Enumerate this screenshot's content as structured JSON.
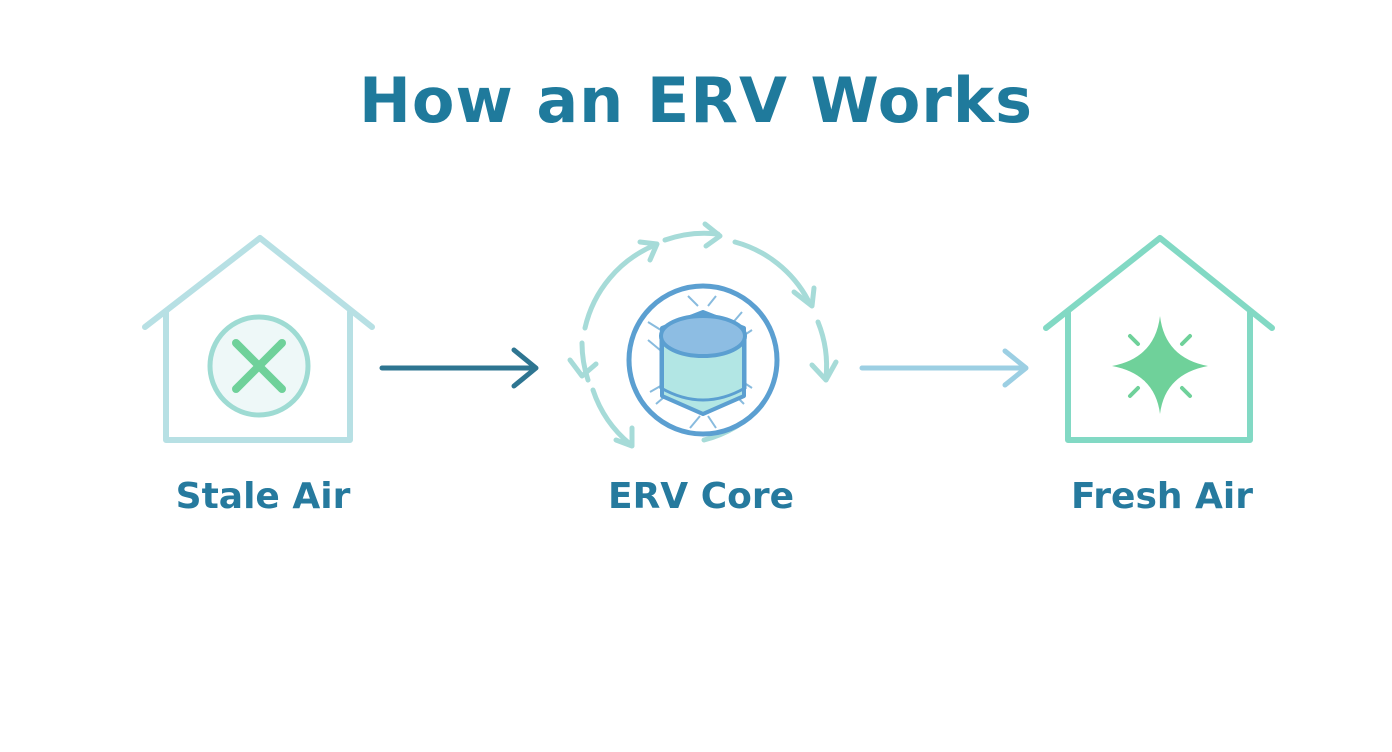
{
  "title": "How an ERV Works",
  "stages": [
    {
      "label": "Stale Air",
      "icon": "house-x-icon",
      "color": "#a9d9dc"
    },
    {
      "label": "ERV Core",
      "icon": "heat-exchanger-core-icon",
      "color": "#5b9fd1"
    },
    {
      "label": "Fresh Air",
      "icon": "house-sparkle-icon",
      "color": "#82d9c4"
    }
  ],
  "colors": {
    "title": "#1f7a9c",
    "label": "#267a9e",
    "arrow_in": "#2e7591",
    "arrow_out": "#9ccfe3",
    "x_mark": "#6fd19a",
    "sparkle": "#6fd19a"
  }
}
